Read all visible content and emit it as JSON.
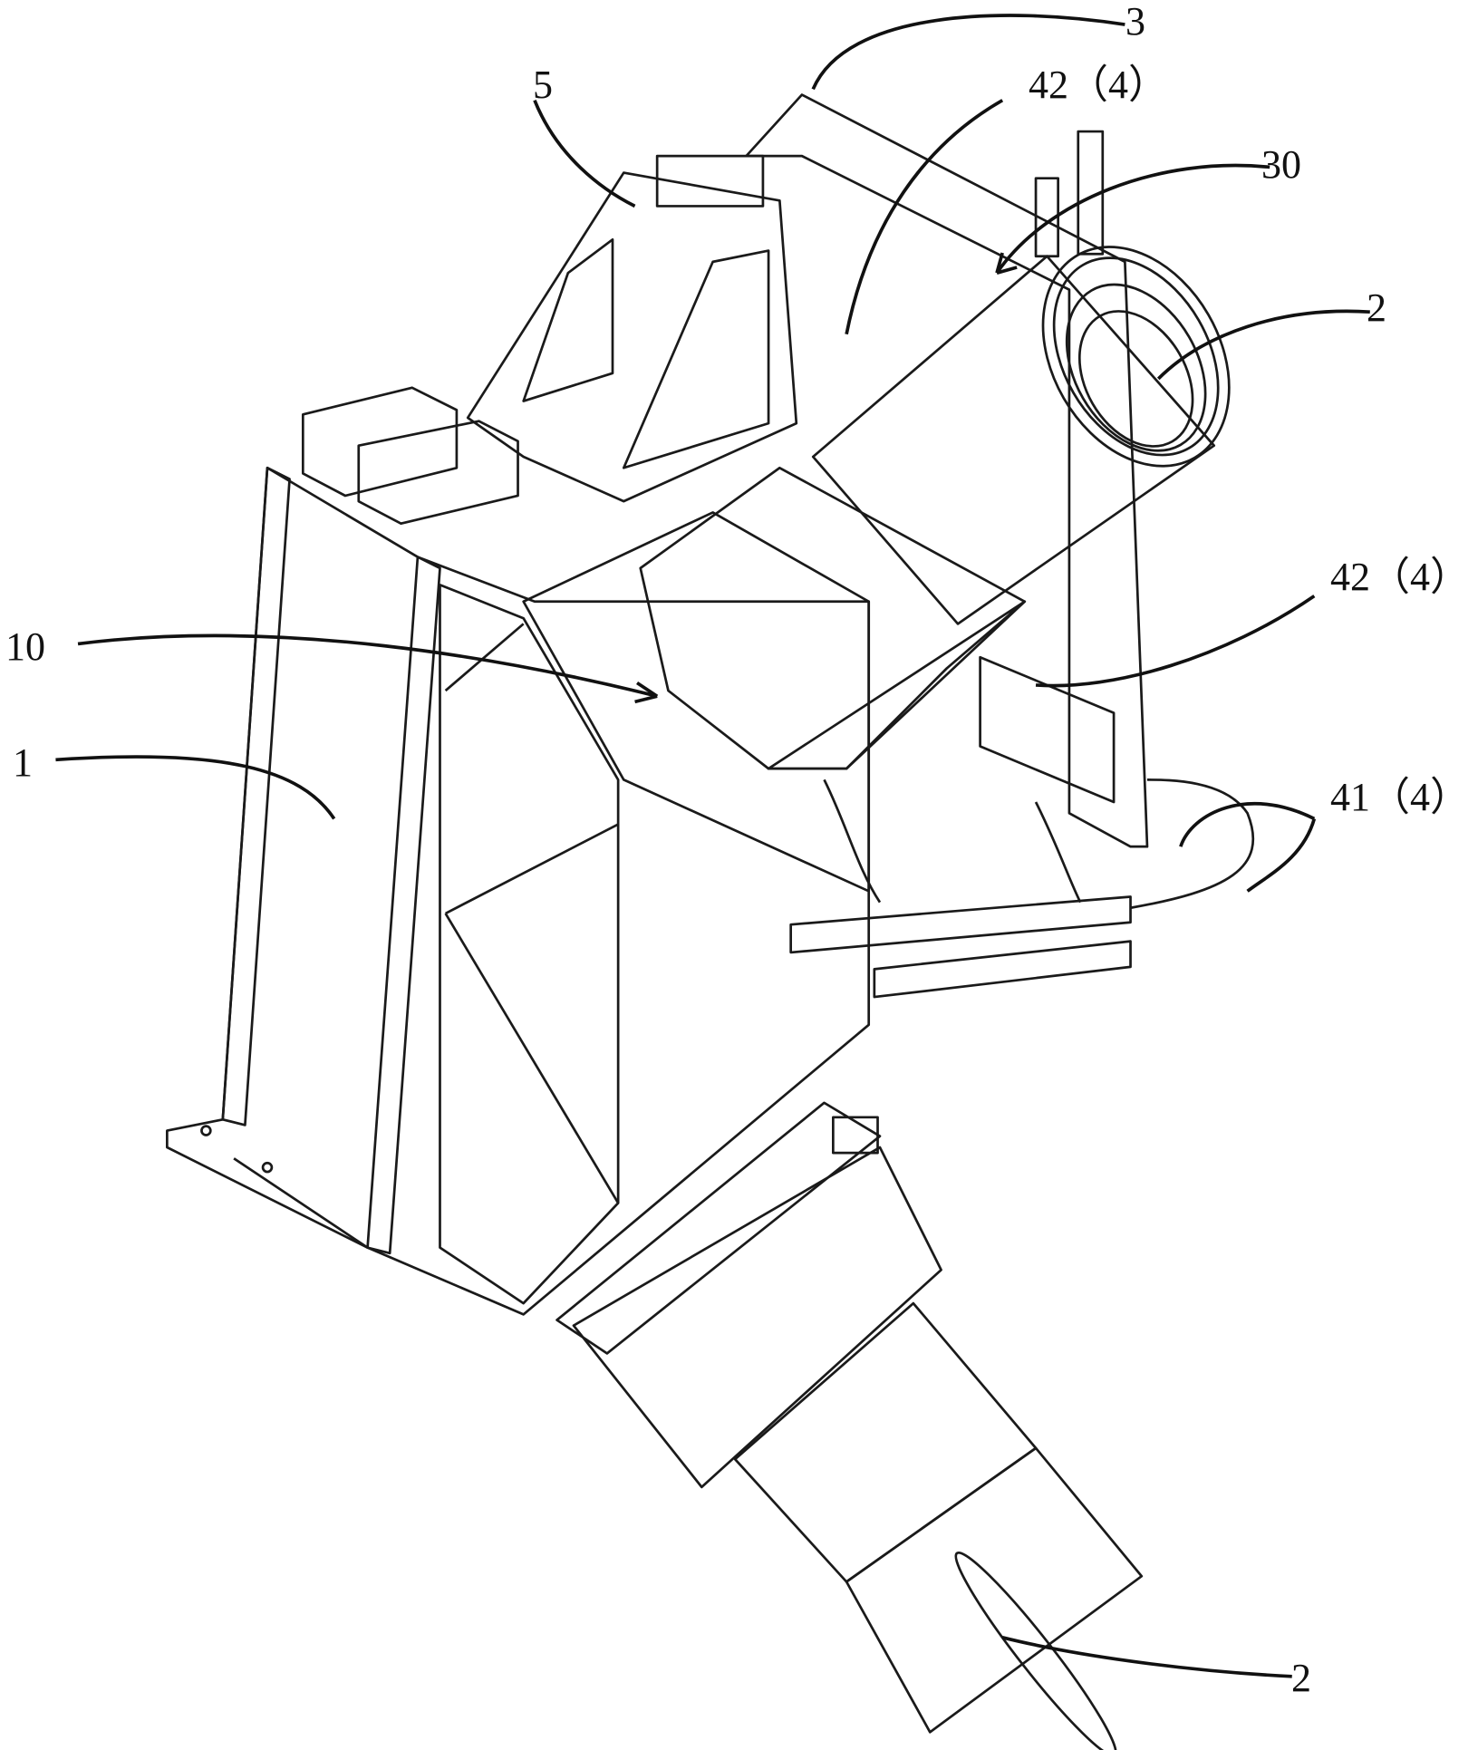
{
  "figure": {
    "labels": {
      "support_base": "1",
      "lens_top": "2",
      "lens_bottom": "2",
      "back_plate": "3",
      "plate_30": "30",
      "component_10": "10",
      "bracket_5": "5",
      "rail_42_top": "42（4）",
      "rail_42_mid": "42（4）",
      "rail_41": "41（4）"
    },
    "colors": {
      "line": "#1a1a1a",
      "background": "#ffffff"
    }
  }
}
